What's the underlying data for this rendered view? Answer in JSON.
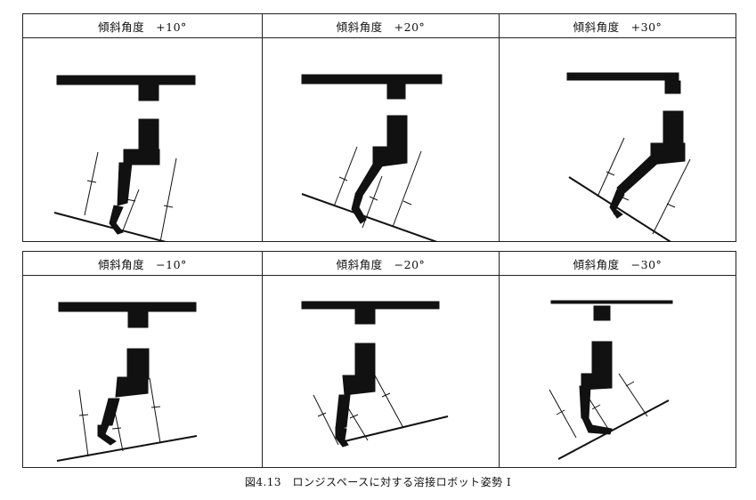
{
  "figure": {
    "caption": "図4.13　ロンジスペースに対する溶接ロボット姿勢 I",
    "panels": [
      {
        "label": "傾斜角度　+10°",
        "angle_deg": 10
      },
      {
        "label": "傾斜角度　+20°",
        "angle_deg": 20
      },
      {
        "label": "傾斜角度　+30°",
        "angle_deg": 30
      },
      {
        "label": "傾斜角度　−10°",
        "angle_deg": -10
      },
      {
        "label": "傾斜角度　−20°",
        "angle_deg": -20
      },
      {
        "label": "傾斜角度　−30°",
        "angle_deg": -30
      }
    ]
  }
}
